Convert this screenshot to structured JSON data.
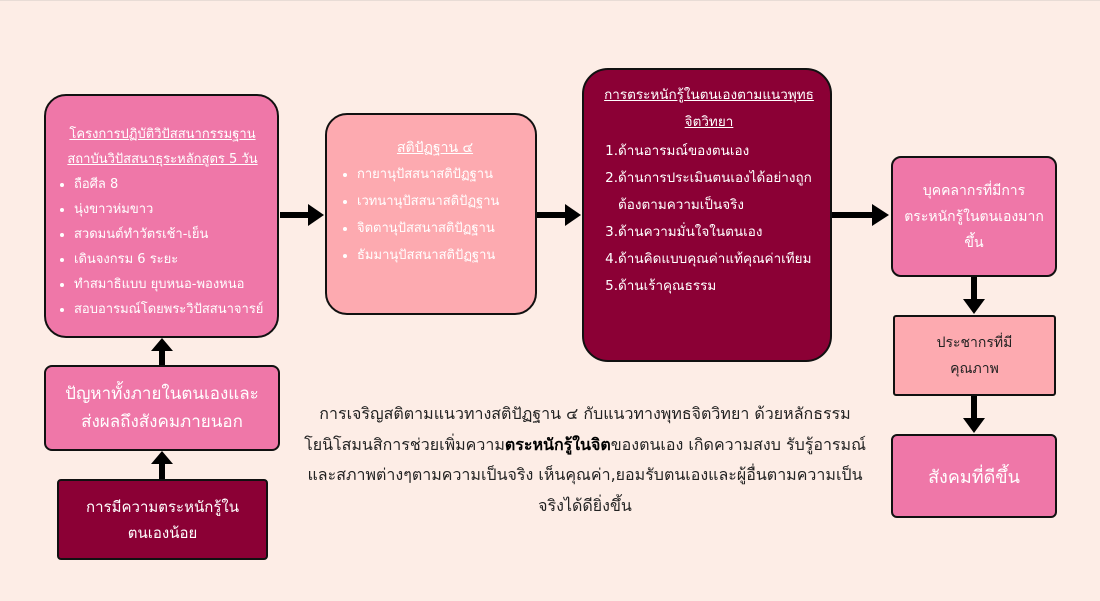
{
  "program_box": {
    "title_line1": "โครงการปฏิบัติวิปัสสนากรรมฐาน",
    "title_line2": "สถาบันวิปัสสนาธุระหลักสูตร 5 วัน",
    "items": [
      "ถือศีล 8",
      "นุ่งขาวห่มขาว",
      "สวดมนต์ทำวัตรเช้า-เย็น",
      "เดินจงกรม 6 ระยะ",
      "ทำสมาธิแบบ ยุบหนอ-พองหนอ",
      "สอบอารมณ์โดยพระวิปัสสนาจารย์"
    ]
  },
  "problem_box": {
    "text": "ปัญหาทั้งภายในตนเองและส่งผลถึงสังคมภายนอก"
  },
  "low_awareness_box": {
    "text": "การมีความตระหนักรู้ในตนเองน้อย"
  },
  "satipatthana_box": {
    "title": "สติปัฏฐาน ๔",
    "items": [
      "กายานุปัสสนาสติปัฏฐาน",
      "เวทนานุปัสสนาสติปัฏฐาน",
      "จิตตานุปัสสนาสติปัฏฐาน",
      "ธัมมานุปัสสนาสติปัฏฐาน"
    ]
  },
  "awareness_box": {
    "title": "การตระหนักรู้ในตนเองตามแนวพุทธจิตวิทยา",
    "items": [
      {
        "num": "1.",
        "text": "ด้านอารมณ์ของตนเอง"
      },
      {
        "num": "2.",
        "text": "ด้านการประเมินตนเองได้อย่างถูกต้องตามความเป็นจริง"
      },
      {
        "num": "3.",
        "text": "ด้านความมั่นใจในตนเอง"
      },
      {
        "num": "4.",
        "text": "ด้านคิดแบบคุณค่าแท้คุณค่าเทียม"
      },
      {
        "num": "5.",
        "text": "ด้านเร้าคุณธรรม"
      }
    ]
  },
  "personnel_box": {
    "text": "บุคคลากรที่มีการตระหนักรู้ในตนเองมากขึ้น"
  },
  "population_box": {
    "text": "ประชากรที่มีคุณภาพ"
  },
  "society_box": {
    "text": "สังคมที่ดีขึ้น"
  },
  "summary": {
    "part1": "การเจริญสติตามแนวทางสติปัฏฐาน ๔ กับแนวทางพุทธจิตวิทยา ด้วยหลักธรรมโยนิโสมนสิการช่วยเพิ่มความ",
    "bold": "ตระหนักรู้ในจิต",
    "part2": "ของตนเอง เกิดความสงบ รับรู้อารมณ์และสภาพต่างๆตามความเป็นจริง เห็นคุณค่า,ยอมรับตนเองและผู้อื่นตามความเป็นจริงได้ดียิ่งขึ้น"
  },
  "colors": {
    "pink": "#ef77a8",
    "light_pink": "#fdaab0",
    "maroon": "#8b0035",
    "background": "#fdede6"
  }
}
